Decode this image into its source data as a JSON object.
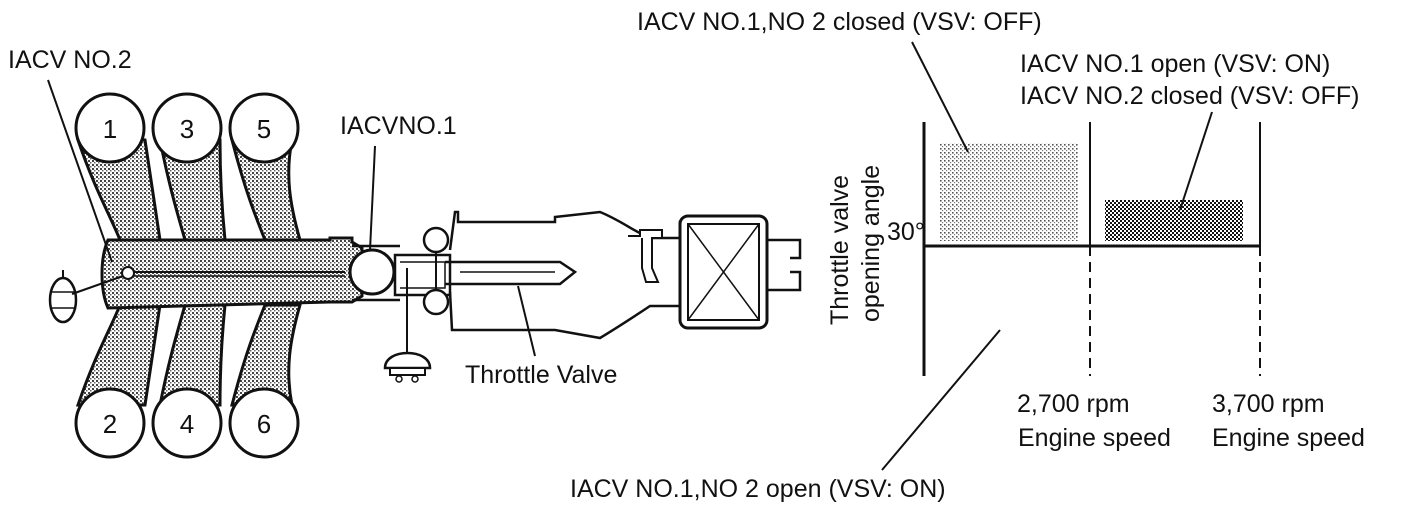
{
  "labels": {
    "iacv2": "IACV NO.2",
    "iacv1": "IACVNO.1",
    "throttle": "Throttle Valve",
    "top_closed": "IACV NO.1,NO 2 closed (VSV: OFF)",
    "mid_line1": "IACV NO.1 open (VSV: ON)",
    "mid_line2": "IACV NO.2 closed (VSV: OFF)",
    "bottom_open": "IACV NO.1,NO 2 open (VSV: ON)"
  },
  "cylinders": [
    "1",
    "3",
    "5",
    "2",
    "4",
    "6"
  ],
  "graph": {
    "ylabel_line1": "Throttle valve",
    "ylabel_line2": "opening angle",
    "ytick": "30°",
    "x1_value": "2,700 rpm",
    "x1_label": "Engine speed",
    "x2_value": "3,700 rpm",
    "x2_label": "Engine speed"
  }
}
